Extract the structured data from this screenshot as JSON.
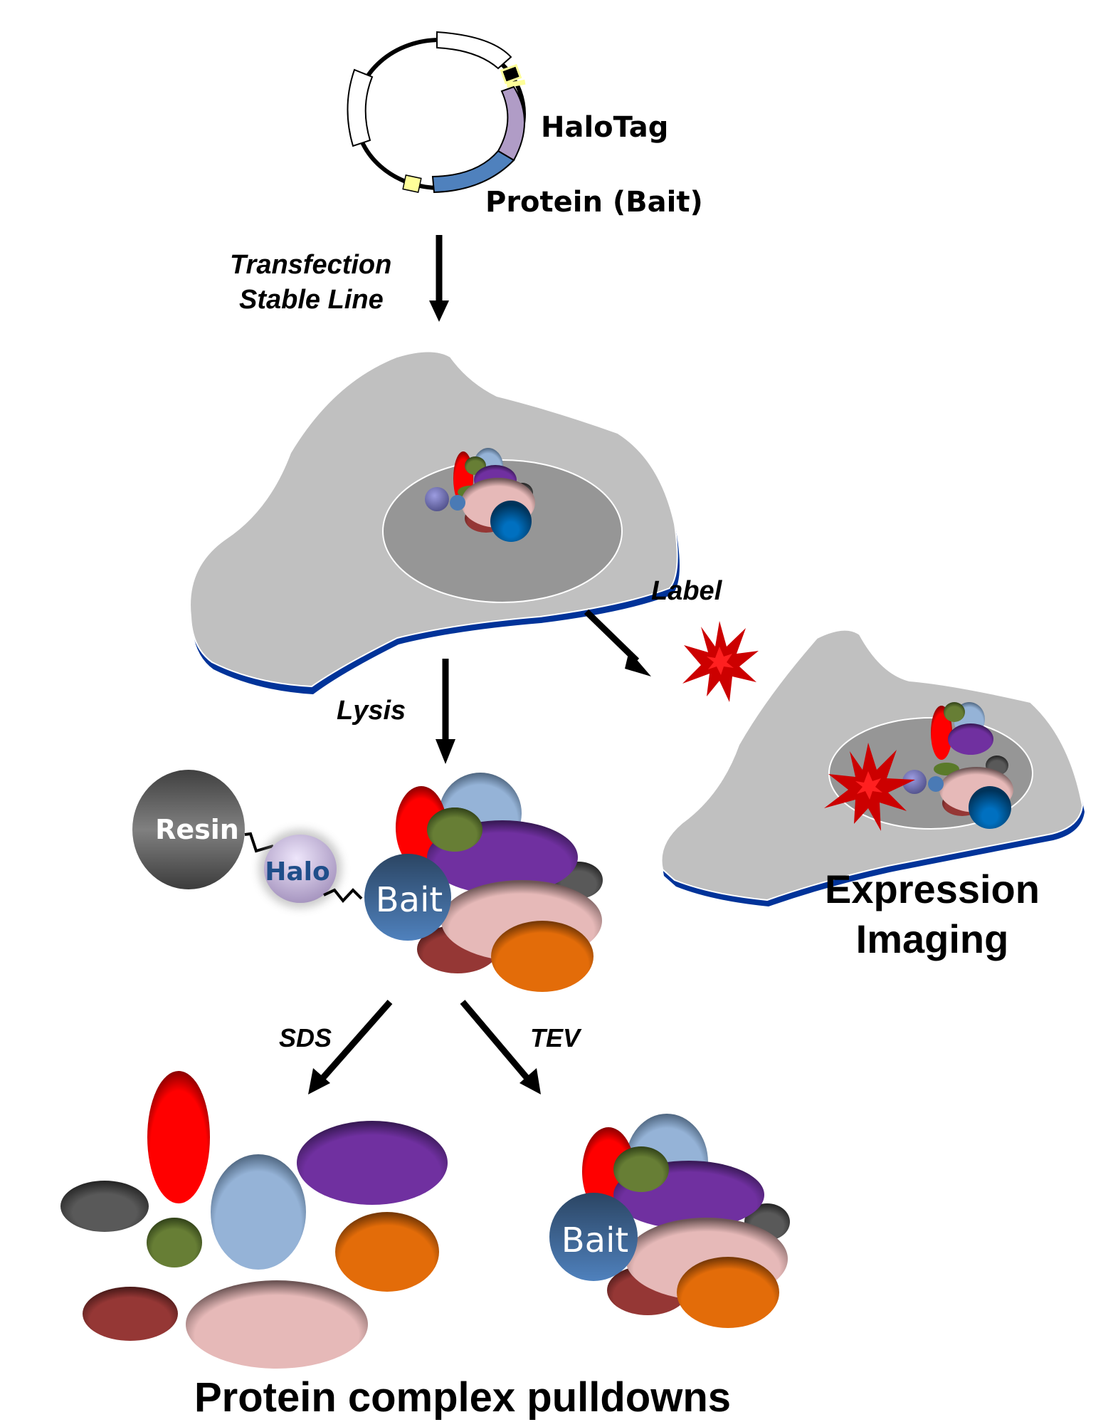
{
  "plasmid": {
    "halotag_label": "HaloTag",
    "protein_label": "Protein (Bait)",
    "colors": {
      "halotag": "#b09cc6",
      "protein": "#4f81bd",
      "marker": "#ffff99"
    }
  },
  "steps": {
    "transfection_line1": "Transfection",
    "transfection_line2": "Stable Line",
    "lysis": "Lysis",
    "label": "Label",
    "sds": "SDS",
    "tev": "TEV"
  },
  "pulldown": {
    "resin_label": "Resin",
    "halo_label": "Halo",
    "bait_label": "Bait"
  },
  "tev_complex": {
    "bait_label": "Bait"
  },
  "outcomes": {
    "imaging_line1": "Expression",
    "imaging_line2": "Imaging",
    "pulldowns": "Protein complex pulldowns"
  },
  "colors": {
    "cell": "#c0c0c0",
    "cell_border": "#003399",
    "nucleus": "#969696",
    "fluorophore": "#e00000",
    "red": "#ff0000",
    "light_blue": "#95b3d7",
    "olive": "#677e35",
    "purple": "#7030a0",
    "dark_gray": "#595959",
    "pink": "#e6b9b8",
    "dark_red": "#953735",
    "orange": "#e36c09",
    "bait": "#4a7ab5",
    "resin": "#6e6e6e",
    "halo": "#c7b8dd"
  }
}
